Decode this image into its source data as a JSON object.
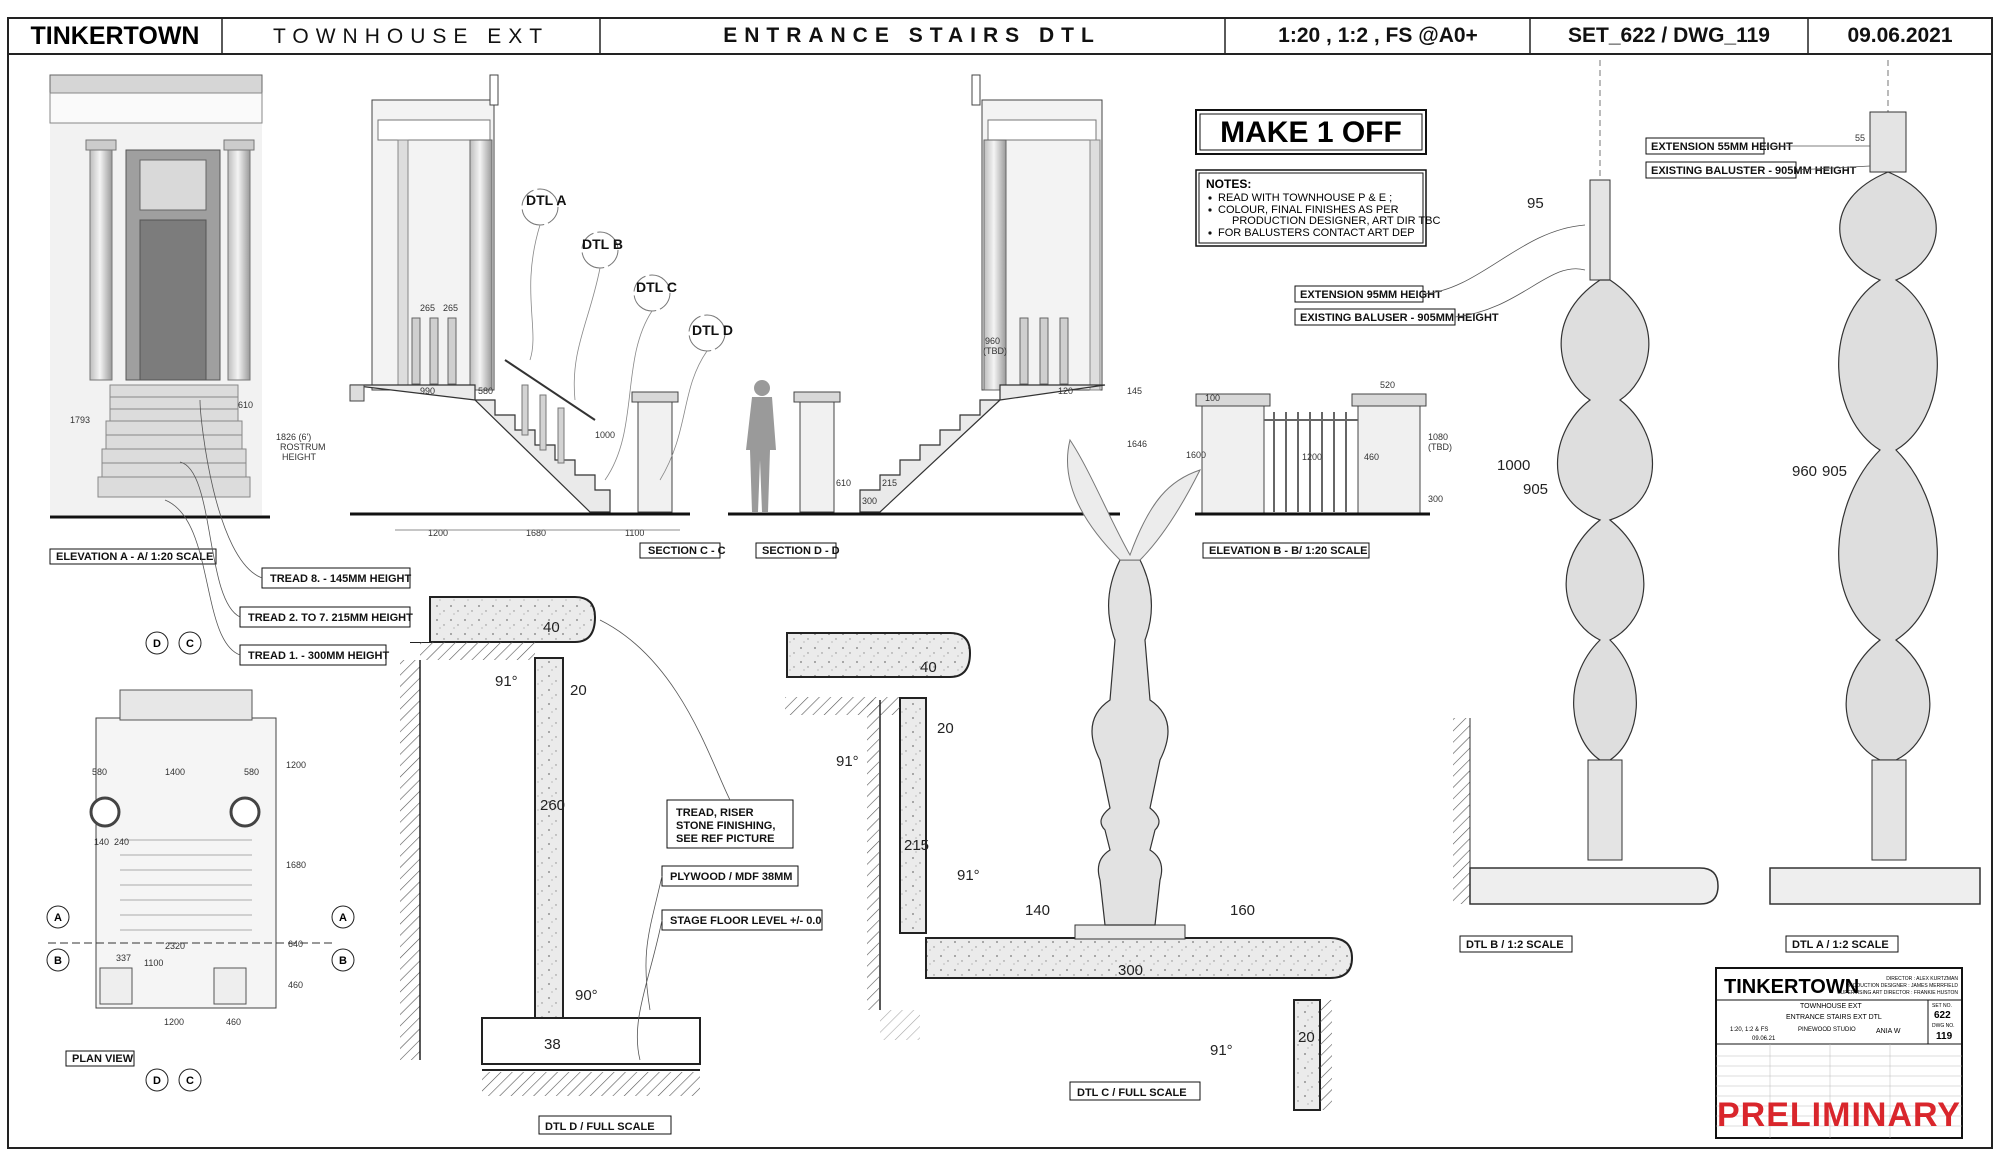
{
  "header": {
    "logo": "TINKERTOWN",
    "project": "TOWNHOUSE EXT",
    "drawing": "ENTRANCE STAIRS DTL",
    "scale": "1:20 , 1:2 , FS  @A0+",
    "set_dwg": "SET_622 / DWG_119",
    "date": "09.06.2021"
  },
  "labels": {
    "elev_aa": "ELEVATION  A - A/  1:20 SCALE",
    "section_cc": "SECTION C - C",
    "section_dd": "SECTION D - D",
    "elev_bb": "ELEVATION  B - B/  1:20 SCALE",
    "plan_view": "PLAN VIEW",
    "dtl_d": "DTL D / FULL SCALE",
    "dtl_c": "DTL C / FULL SCALE",
    "dtl_b": "DTL B / 1:2 SCALE",
    "dtl_a": "DTL A / 1:2 SCALE"
  },
  "callouts": {
    "tread8": "TREAD 8. - 145MM HEIGHT",
    "tread27": "TREAD 2. TO 7. 215MM HEIGHT",
    "tread1": "TREAD 1. - 300MM HEIGHT",
    "finish_1": "TREAD, RISER",
    "finish_2": "STONE FINISHING,",
    "finish_3": "SEE REF PICTURE",
    "plywood": "PLYWOOD / MDF 38MM",
    "stage": "STAGE FLOOR LEVEL +/- 0.0",
    "ext95": "EXTENSION 95MM HEIGHT",
    "bal905b": "EXISTING BALUSER - 905MM HEIGHT",
    "ext55": "EXTENSION 55MM HEIGHT",
    "bal905a": "EXISTING BALUSTER - 905MM HEIGHT"
  },
  "make_off": "MAKE 1 OFF",
  "notes": {
    "title": "NOTES:",
    "items": [
      "READ WITH TOWNHOUSE P & E ;",
      "COLOUR, FINAL FINISHES AS PER",
      "PRODUCTION DESIGNER, ART DIR TBC",
      "FOR BALUSTERS CONTACT ART DEP"
    ]
  },
  "dtl_markers": [
    "DTL  A",
    "DTL  B",
    "DTL  C",
    "DTL  D"
  ],
  "dims": {
    "e_1793": "1793",
    "e_610": "610",
    "e_1826": "1826  (6')",
    "e_rostrum": "ROSTRUM",
    "e_height": "HEIGHT",
    "s_265a": "265",
    "s_265b": "265",
    "s_990": "990",
    "s_580": "580",
    "s_1000": "1000",
    "s_1200": "1200",
    "s_1680": "1680",
    "s_1100": "1100",
    "s_960": "960",
    "s_tbd": "(TBD)",
    "s_120": "120",
    "s_145": "145",
    "s_1646": "1646",
    "s_610b": "610",
    "s_215": "215",
    "s_300": "300",
    "b_100": "100",
    "b_520": "520",
    "b_1600": "1600",
    "b_1200": "1200",
    "b_460": "460",
    "b_1080": "1080",
    "b_tbd": "(TBD)",
    "b_300": "300",
    "p_580a": "580",
    "p_1400": "1400",
    "p_580b": "580",
    "p_1200": "1200",
    "p_140": "140",
    "p_240": "240",
    "p_1680": "1680",
    "p_2320": "2320",
    "p_337": "337",
    "p_1100": "1100",
    "p_640": "640",
    "p_460": "460",
    "p_1200b": "1200",
    "p_460b": "460",
    "d_40": "40",
    "d_91": "91°",
    "d_20": "20",
    "d_260": "260",
    "d_90": "90°",
    "d_38": "38",
    "c_40": "40",
    "c_20": "20",
    "c_91a": "91°",
    "c_215": "215",
    "c_91b": "91°",
    "c_140": "140",
    "c_160": "160",
    "c_300": "300",
    "c_91c": "91°",
    "c_20b": "20",
    "b_95": "95",
    "b_1000": "1000",
    "b_905": "905",
    "a_55": "55",
    "a_960": "960",
    "a_905": "905"
  },
  "titleblock": {
    "logo": "TINKERTOWN",
    "director": "DIRECTOR : ALEX KURTZMAN",
    "prod_designer": "PRODUCTION DESIGNER : JAMES MERRFIELD",
    "sup_art": "SUPERVISING ART DIRECTOR : FRANKIE HUSTON",
    "project": "TOWNHOUSE EXT",
    "title": "ENTRANCE STAIRS EXT  DTL",
    "set_label": "SET NO.",
    "set_no": "622",
    "dwg_label": "DWG NO.",
    "dwg_no": "119",
    "scale": "1:20, 1:2 & FS",
    "studio": "PINEWOOD STUDIO",
    "drawn": "ANIA W",
    "date": "09.06.21",
    "stamp": "PRELIMINARY"
  },
  "colors": {
    "stamp": "#d9262c",
    "ink": "#111111",
    "paper": "#ffffff",
    "stone": "#e6e6e6"
  }
}
